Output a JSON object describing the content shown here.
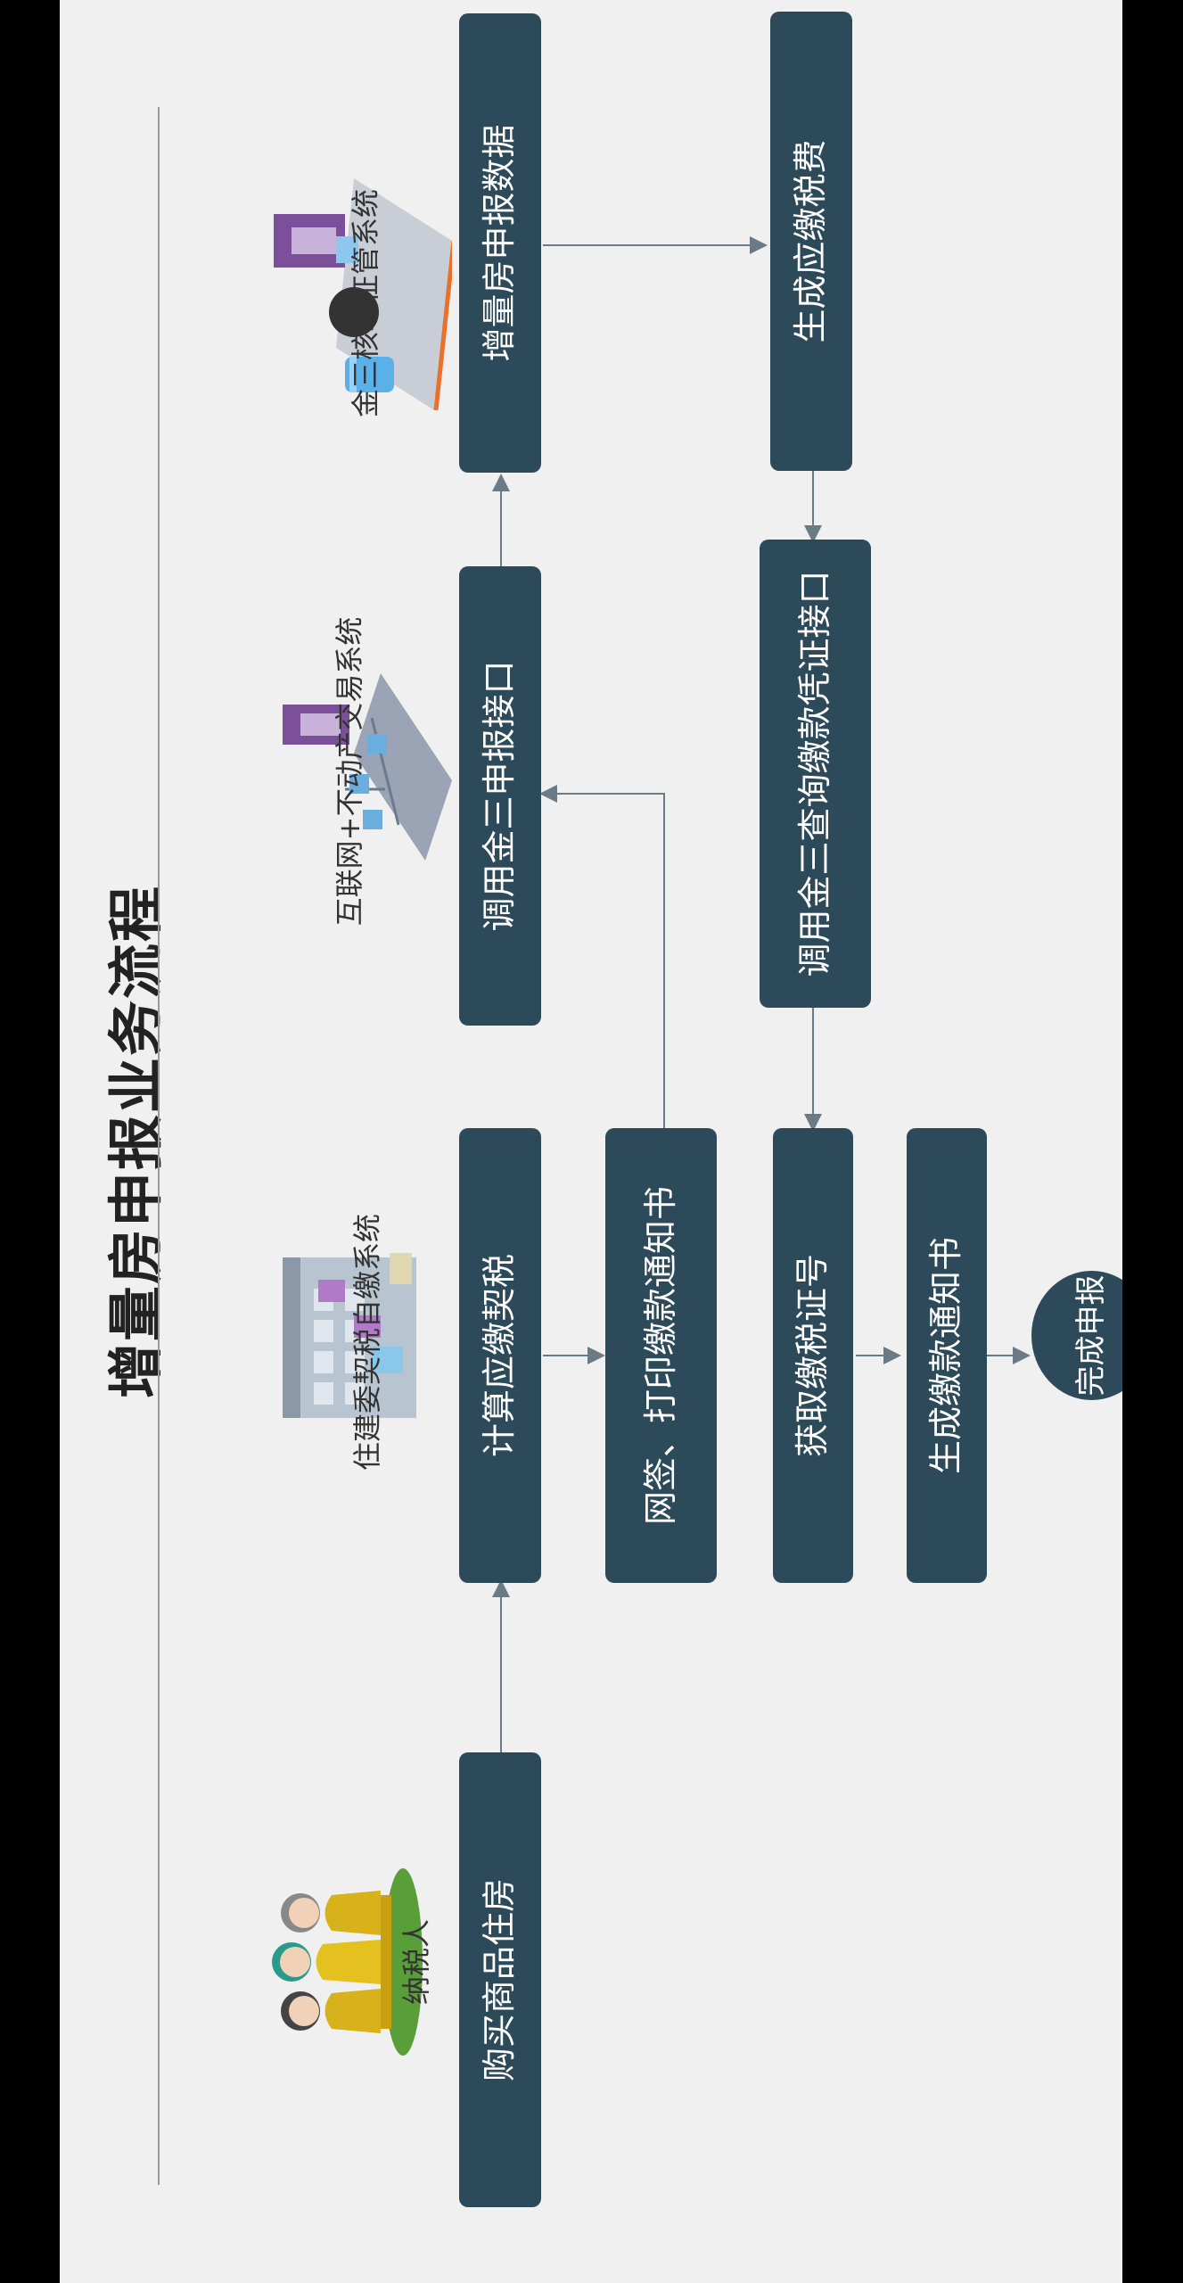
{
  "title": "增量房申报业务流程",
  "actors": {
    "taxpayer": "纳税人",
    "housing_system": "住建委契税自缴系统",
    "internet_system": "互联网+不动产交易系统",
    "core_system": "金三核心征管系统"
  },
  "nodes": {
    "buy_house": "购买商品住房",
    "calc_tax": "计算应缴契税",
    "sign_print": "网签、打印缴款通知书",
    "get_tax_no": "获取缴税证号",
    "gen_notice": "生成缴款通知书",
    "call_declare_api": "调用金三申报接口",
    "call_query_api": "调用金三查询缴款凭证接口",
    "declare_data": "增量房申报数据",
    "gen_tax_fee": "生成应缴税费",
    "complete": "完成申报"
  },
  "colors": {
    "box": "#2c4a5a",
    "background": "#f0f0f0",
    "line": "#6a7b85",
    "accent_orange": "#e8722a",
    "purple": "#7b4f9a",
    "figure_yellow": "#d8b21a"
  }
}
